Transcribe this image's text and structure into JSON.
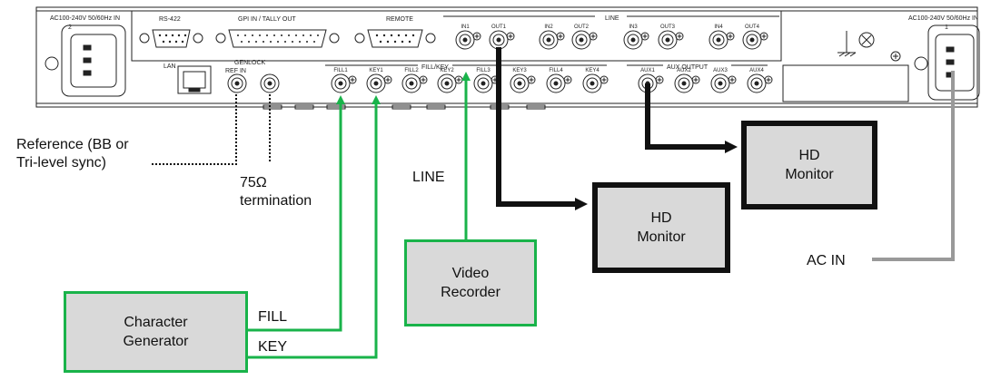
{
  "panel": {
    "ac_in_left": "AC100-240V 50/60Hz IN",
    "ac_in_left_num": "2",
    "ac_in_right": "AC100-240V 50/60Hz IN",
    "ac_in_right_num": "1",
    "rs422": "RS-422",
    "gpi": "GPI IN / TALLY OUT",
    "remote": "REMOTE",
    "line_header": "LINE",
    "lan": "LAN",
    "genlock": "GENLOCK",
    "ref_in": "REF IN",
    "fill_key_header": "FILL/KEY",
    "aux_output_header": "AUX OUTPUT",
    "line_ports": [
      "IN1",
      "OUT1",
      "IN2",
      "OUT2",
      "IN3",
      "OUT3",
      "IN4",
      "OUT4"
    ],
    "fill_key_ports": [
      "FILL1",
      "KEY1",
      "FILL2",
      "KEY2",
      "FILL3",
      "KEY3",
      "FILL4",
      "KEY4"
    ],
    "aux_ports": [
      "AUX1",
      "AUX2",
      "AUX3",
      "AUX4"
    ]
  },
  "devices": {
    "character_generator": "Character\nGenerator",
    "video_recorder": "Video\nRecorder",
    "hd_monitor_1": "HD\nMonitor",
    "hd_monitor_2": "HD\nMonitor"
  },
  "labels": {
    "reference": "Reference (BB or\nTri-level sync)",
    "termination": "75Ω\ntermination",
    "line": "LINE",
    "fill": "FILL",
    "key": "KEY",
    "ac_in": "AC IN"
  },
  "colors": {
    "green_cable": "#19b34a",
    "black_cable": "#111111",
    "gray_cable": "#999999",
    "device_fill": "#d9d9d9",
    "panel_stroke": "#222222"
  }
}
